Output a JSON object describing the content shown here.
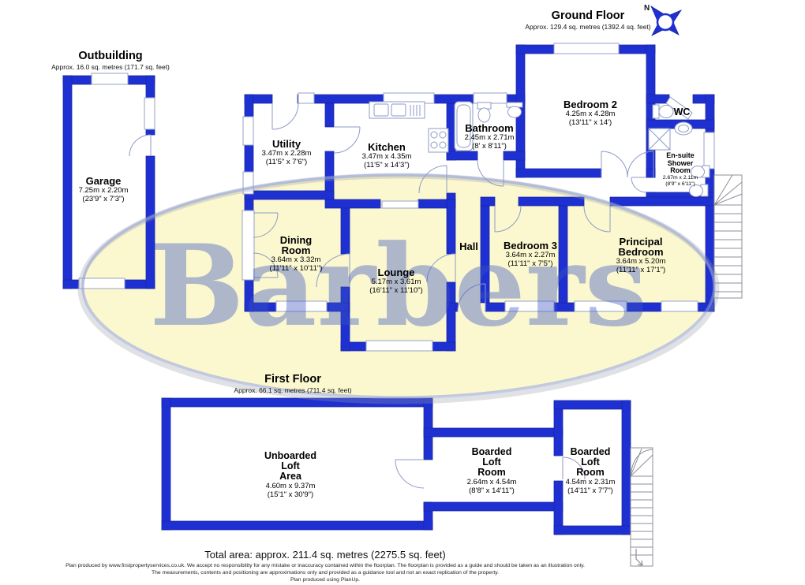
{
  "watermark": {
    "text": "Barbers"
  },
  "compass": {
    "north_label": "N"
  },
  "outbuilding": {
    "title": "Outbuilding",
    "area": "Approx. 16.0 sq. metres (171.7 sq. feet)",
    "rooms": {
      "garage": {
        "name": "Garage",
        "dim_metric": "7.25m x 2.20m",
        "dim_imperial": "(23'9\" x 7'3\")"
      }
    }
  },
  "ground_floor": {
    "title": "Ground Floor",
    "area": "Approx. 129.4 sq. metres (1392.4 sq. feet)",
    "rooms": {
      "utility": {
        "name": "Utility",
        "dim_metric": "3.47m x 2.28m",
        "dim_imperial": "(11'5\" x 7'6\")"
      },
      "kitchen": {
        "name": "Kitchen",
        "dim_metric": "3.47m x 4.35m",
        "dim_imperial": "(11'5\" x 14'3\")"
      },
      "bathroom": {
        "name": "Bathroom",
        "dim_metric": "2.45m x 2.71m",
        "dim_imperial": "(8' x 8'11\")"
      },
      "bedroom2": {
        "name": "Bedroom 2",
        "dim_metric": "4.25m x 4.28m",
        "dim_imperial": "(13'11\" x 14')"
      },
      "wc": {
        "name": "WC"
      },
      "ensuite": {
        "name": "En-suite\nShower\nRoom",
        "dim_metric": "2.67m x 2.11m",
        "dim_imperial": "(8'9\" x 6'11\")"
      },
      "dining": {
        "name": "Dining\nRoom",
        "dim_metric": "3.64m x 3.32m",
        "dim_imperial": "(11'11\" x 10'11\")"
      },
      "lounge": {
        "name": "Lounge",
        "dim_metric": "5.17m x 3.61m",
        "dim_imperial": "(16'11\" x 11'10\")"
      },
      "hall": {
        "name": "Hall"
      },
      "bedroom3": {
        "name": "Bedroom 3",
        "dim_metric": "3.64m x 2.27m",
        "dim_imperial": "(11'11\" x 7'5\")"
      },
      "principal": {
        "name": "Principal\nBedroom",
        "dim_metric": "3.64m x 5.20m",
        "dim_imperial": "(11'11\" x 17'1\")"
      }
    }
  },
  "first_floor": {
    "title": "First Floor",
    "area": "Approx. 66.1 sq. metres (711.4 sq. feet)",
    "rooms": {
      "unboarded": {
        "name": "Unboarded\nLoft\nArea",
        "dim_metric": "4.60m x 9.37m",
        "dim_imperial": "(15'1\" x 30'9\")"
      },
      "boarded1": {
        "name": "Boarded\nLoft\nRoom",
        "dim_metric": "2.64m x 4.54m",
        "dim_imperial": "(8'8\" x 14'11\")"
      },
      "boarded2": {
        "name": "Boarded\nLoft\nRoom",
        "dim_metric": "4.54m x 2.31m",
        "dim_imperial": "(14'11\" x 7'7\")"
      }
    }
  },
  "footer": {
    "total_area": "Total area: approx. 211.4 sq. metres (2275.5 sq. feet)",
    "disclaimer_line1": "Plan produced by www.firstpropertyservices.co.uk. We accept no responsibility for any mistake or inaccuracy contained within the floorplan. The floorplan is provided as a guide and should be taken as an illustration only.",
    "disclaimer_line2": "The measurements, contents and positioning are approximations only and provided as a guidance tool and not an exact replication of the property.",
    "disclaimer_line3": "Plan produced using PlanUp."
  },
  "colors": {
    "wall": "#1f30d2",
    "watermark_fill": "#FAF6C6",
    "watermark_text": "#3b55c0"
  }
}
